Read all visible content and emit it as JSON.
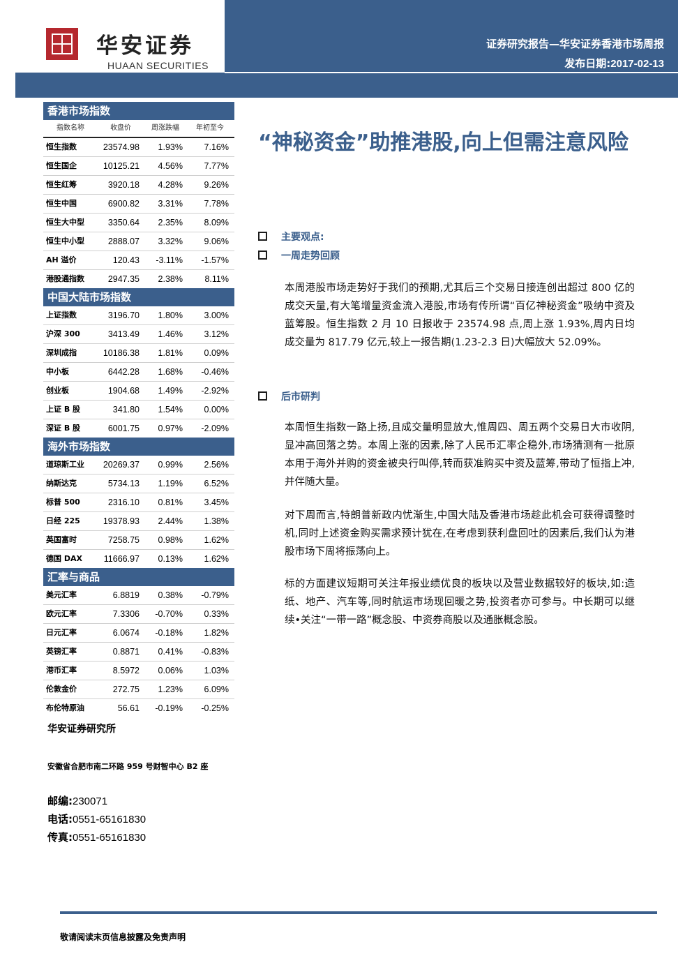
{
  "header": {
    "logo_cn": "华安证券",
    "logo_en": "HUAAN SECURITIES",
    "report_title": "证券研究报告—华安证券香港市场周报",
    "pub_label": "发布日期:",
    "pub_date": "2017-02-13"
  },
  "colors": {
    "brand_blue": "#3b5f8c",
    "logo_red": "#b5282e"
  },
  "sidebar": {
    "columns": [
      "指数名称",
      "收盘价",
      "周涨跌幅",
      "年初至今"
    ],
    "sections": [
      {
        "title": "香港市场指数",
        "rows": [
          [
            "恒生指数",
            "23574.98",
            "1.93%",
            "7.16%"
          ],
          [
            "恒生国企",
            "10125.21",
            "4.56%",
            "7.77%"
          ],
          [
            "恒生红筹",
            "3920.18",
            "4.28%",
            "9.26%"
          ],
          [
            "恒生中国",
            "6900.82",
            "3.31%",
            "7.78%"
          ],
          [
            "恒生大中型",
            "3350.64",
            "2.35%",
            "8.09%"
          ],
          [
            "恒生中小型",
            "2888.07",
            "3.32%",
            "9.06%"
          ],
          [
            "AH 溢价",
            "120.43",
            "-3.11%",
            "-1.57%"
          ],
          [
            "港股通指数",
            "2947.35",
            "2.38%",
            "8.11%"
          ]
        ]
      },
      {
        "title": "中国大陆市场指数",
        "rows": [
          [
            "上证指数",
            "3196.70",
            "1.80%",
            "3.00%"
          ],
          [
            "沪深 300",
            "3413.49",
            "1.46%",
            "3.12%"
          ],
          [
            "深圳成指",
            "10186.38",
            "1.81%",
            "0.09%"
          ],
          [
            "中小板",
            "6442.28",
            "1.68%",
            "-0.46%"
          ],
          [
            "创业板",
            "1904.68",
            "1.49%",
            "-2.92%"
          ],
          [
            "上证 B 股",
            "341.80",
            "1.54%",
            "0.00%"
          ],
          [
            "深证 B 股",
            "6001.75",
            "0.97%",
            "-2.09%"
          ]
        ]
      },
      {
        "title": "海外市场指数",
        "rows": [
          [
            "道琼斯工业",
            "20269.37",
            "0.99%",
            "2.56%"
          ],
          [
            "纳斯达克",
            "5734.13",
            "1.19%",
            "6.52%"
          ],
          [
            "标普 500",
            "2316.10",
            "0.81%",
            "3.45%"
          ],
          [
            "日经 225",
            "19378.93",
            "2.44%",
            "1.38%"
          ],
          [
            "英国富时",
            "7258.75",
            "0.98%",
            "1.62%"
          ],
          [
            "德国 DAX",
            "11666.97",
            "0.13%",
            "1.62%"
          ]
        ]
      },
      {
        "title": "汇率与商品",
        "rows": [
          [
            "美元汇率",
            "6.8819",
            "0.38%",
            "-0.79%"
          ],
          [
            "欧元汇率",
            "7.3306",
            "-0.70%",
            "0.33%"
          ],
          [
            "日元汇率",
            "6.0674",
            "-0.18%",
            "1.82%"
          ],
          [
            "英镑汇率",
            "0.8871",
            "0.41%",
            "-0.83%"
          ],
          [
            "港币汇率",
            "8.5972",
            "0.06%",
            "1.03%"
          ],
          [
            "伦敦金价",
            "272.75",
            "1.23%",
            "6.09%"
          ],
          [
            "布伦特原油",
            "56.61",
            "-0.19%",
            "-0.25%"
          ]
        ]
      }
    ],
    "institute": "华安证券研究所",
    "address": "安徽省合肥市南二环路 959 号财智中心 B2 座",
    "postcode_label": "邮编:",
    "postcode": "230071",
    "phone_label": "电话:",
    "phone": "0551-65161830",
    "fax_label": "传真:",
    "fax": "0551-65161830"
  },
  "main": {
    "headline": "“神秘资金”助推港股,向上但需注意风险",
    "bullet_main": "主要观点:",
    "bullet_review": "一周走势回顾",
    "para_review": "本周港股市场走势好于我们的预期,尤其后三个交易日接连创出超过 800 亿的成交天量,有大笔增量资金流入港股,市场有传所谓“百亿神秘资金”吸纳中资及蓝筹股。恒生指数 2 月 10 日报收于 23574.98 点,周上涨 1.93%,周内日均成交量为 817.79 亿元,较上一报告期(1.23-2.3 日)大幅放大 52.09%。",
    "bullet_outlook": "后市研判",
    "para_outlook_1": "本周恒生指数一路上扬,且成交量明显放大,惟周四、周五两个交易日大市收阴,显冲高回落之势。本周上涨的因素,除了人民币汇率企稳外,市场猜测有一批原本用于海外并购的资金被央行叫停,转而获准购买中资及蓝筹,带动了恒指上冲,并伴随大量。",
    "para_outlook_2": "对下周而言,特朗普新政内忧渐生,中国大陆及香港市场趁此机会可获得调整时机,同时上述资金购买需求预计犹在,在考虑到获利盘回吐的因素后,我们认为港股市场下周将振荡向上。",
    "para_outlook_3": "标的方面建议短期可关注年报业绩优良的板块以及营业数据较好的板块,如:造纸、地产、汽车等,同时航运市场现回暖之势,投资者亦可参与。中长期可以继续•关注“一带一路”概念股、中资券商股以及通胀概念股。"
  },
  "footer": {
    "note": "敬请阅读末页信息披露及免责声明"
  }
}
